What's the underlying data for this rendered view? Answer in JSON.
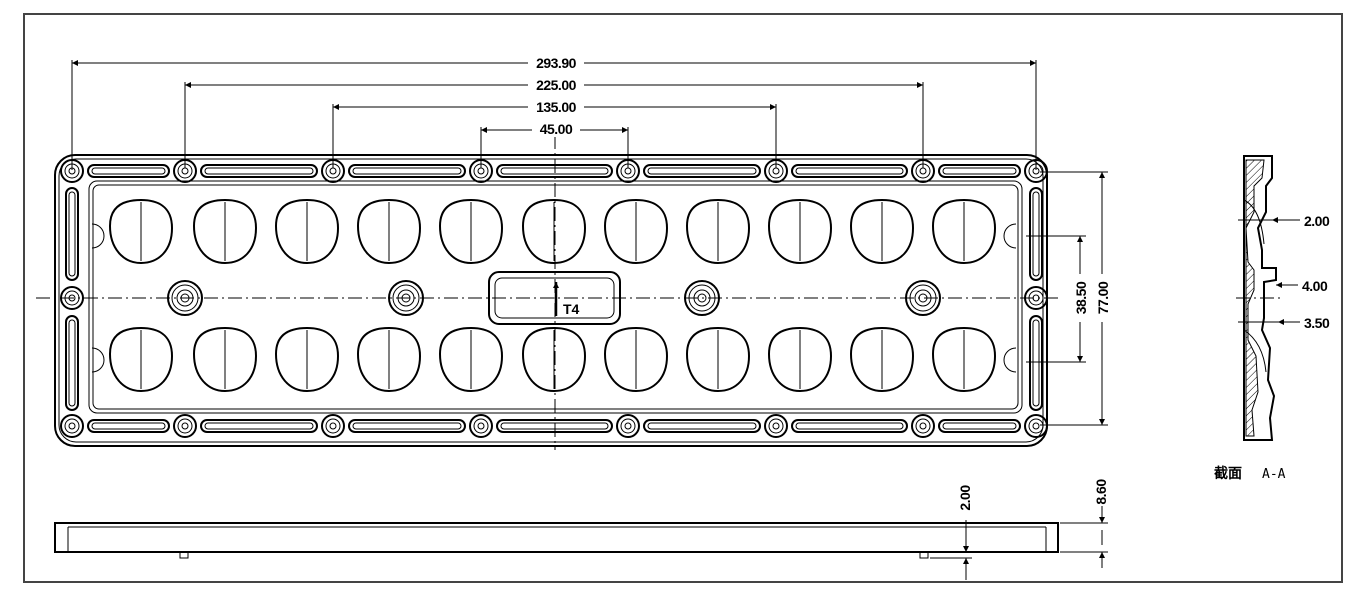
{
  "drawing": {
    "dimensions": {
      "overall_length": "293.90",
      "pitch_outer": "225.00",
      "pitch_middle": "135.00",
      "pitch_inner": "45.00",
      "overall_width": "77.00",
      "hole_spacing": "38.50",
      "thickness_total": "8.60",
      "base_thickness": "2.00"
    },
    "section_dims": {
      "upper": "2.00",
      "middle": "4.00",
      "lower": "3.50"
    },
    "marks": {
      "material_mark": "T4"
    },
    "section_label": {
      "cn": "截面",
      "name": "A-A"
    }
  }
}
